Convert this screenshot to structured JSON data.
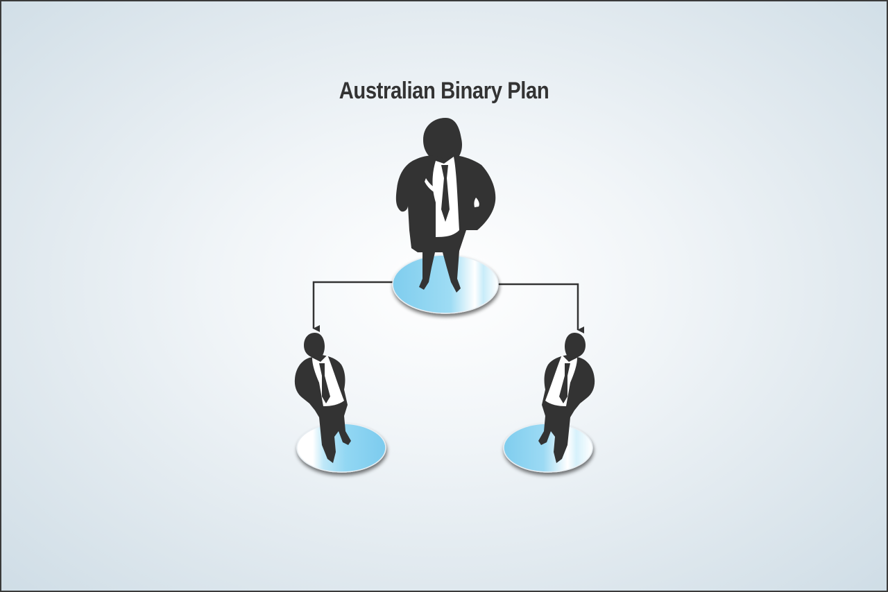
{
  "diagram": {
    "title": "Australian Binary Plan",
    "nodes": [
      {
        "id": "sponsor",
        "label": "",
        "icon": "businessman-icon",
        "role": "parent"
      },
      {
        "id": "left-member",
        "label": "",
        "icon": "businessman-icon",
        "role": "child"
      },
      {
        "id": "right-member",
        "label": "",
        "icon": "businessman-icon",
        "role": "child"
      }
    ],
    "edges": [
      {
        "from": "sponsor",
        "to": "left-member"
      },
      {
        "from": "sponsor",
        "to": "right-member"
      }
    ]
  },
  "colors": {
    "silhouette": "#333333",
    "connector": "#333333",
    "platform_blue": "#8fd5f2",
    "platform_white": "#ffffff",
    "title": "#333333"
  }
}
